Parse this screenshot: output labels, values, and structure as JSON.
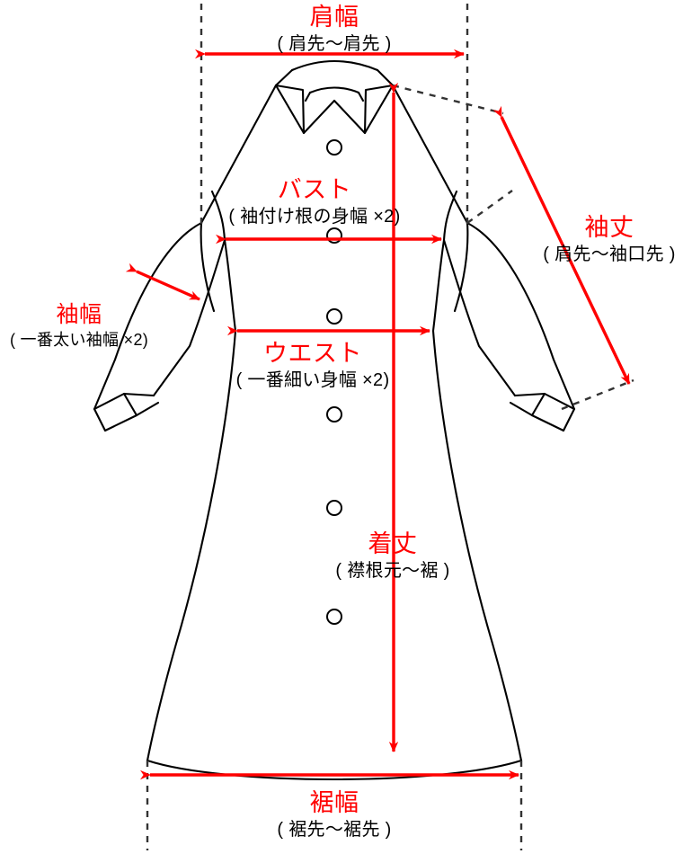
{
  "diagram": {
    "title_semantics": "garment-measurement-diagram",
    "garment_type": "long-sleeve collared shirt dress",
    "colors": {
      "measure_red": "#ff0000",
      "outline_black": "#000000",
      "guide_dashed": "#333333",
      "background": "#ffffff"
    },
    "measurements": [
      {
        "id": "shoulder-width",
        "label": "肩幅",
        "sub": "( 肩先〜肩先 )",
        "arrow": "horizontal-double",
        "position": "top"
      },
      {
        "id": "bust",
        "label": "バスト",
        "sub": "( 袖付け根の身幅 ×2)",
        "arrow": "horizontal-double",
        "position": "chest"
      },
      {
        "id": "sleeve-width",
        "label": "袖幅",
        "sub": "( 一番太い袖幅 ×2)",
        "arrow": "diagonal-double",
        "position": "left-sleeve"
      },
      {
        "id": "waist",
        "label": "ウエスト",
        "sub": "( 一番細い身幅 ×2)",
        "arrow": "horizontal-double",
        "position": "waist"
      },
      {
        "id": "sleeve-length",
        "label": "袖丈",
        "sub": "( 肩先〜袖口先 )",
        "arrow": "diagonal-double",
        "position": "right-sleeve"
      },
      {
        "id": "total-length",
        "label": "着丈",
        "sub": "( 襟根元〜裾 )",
        "arrow": "vertical-down",
        "position": "center-body"
      },
      {
        "id": "hem-width",
        "label": "裾幅",
        "sub": "( 裾先〜裾先 )",
        "arrow": "horizontal-double",
        "position": "bottom"
      }
    ],
    "buttons_count": 6
  }
}
